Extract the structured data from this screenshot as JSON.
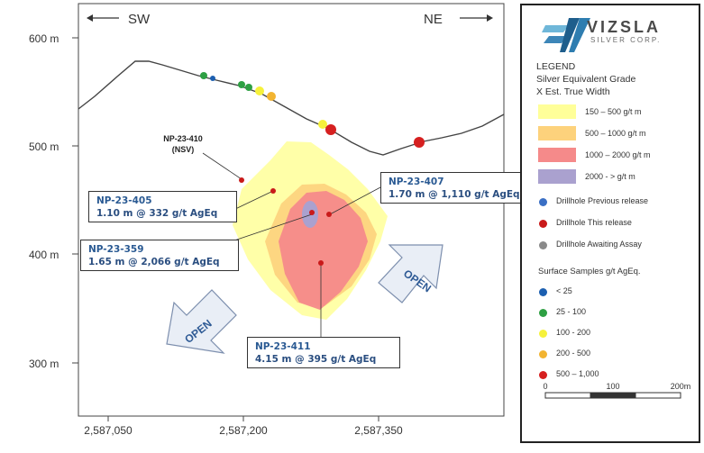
{
  "map": {
    "direction_left": "SW",
    "direction_right": "NE",
    "elevation_labels": [
      "600 m",
      "500 m",
      "400 m",
      "300 m"
    ],
    "easting_labels": [
      "2,587,050",
      "2,587,200",
      "2,587,350"
    ],
    "open_label": "OPEN",
    "nsv_hole": "NP-23-410",
    "nsv_note": "(NSV)"
  },
  "callouts": [
    {
      "hole": "NP-23-405",
      "assay": "1.10 m @ 332 g/t AgEq"
    },
    {
      "hole": "NP-23-359",
      "assay": "1.65 m @ 2,066 g/t AgEq"
    },
    {
      "hole": "NP-23-407",
      "assay": "1.70 m @ 1,110 g/t AgEq"
    },
    {
      "hole": "NP-23-411",
      "assay": "4.15 m @ 395 g/t AgEq"
    }
  ],
  "legend": {
    "brand_name": "VIZSLA",
    "brand_sub": "SILVER CORP.",
    "title": "LEGEND",
    "subtitle1": "Silver Equivalent Grade",
    "subtitle2": "X Est. True Width",
    "grade_items": [
      {
        "label": "150 – 500 g/t m",
        "color": "#ffff99"
      },
      {
        "label": "500 – 1000 g/t m",
        "color": "#fdd27c"
      },
      {
        "label": "1000 – 2000 g/t m",
        "color": "#f58a8a"
      },
      {
        "label": "2000 - > g/t m",
        "color": "#aaa1cf"
      }
    ],
    "drillhole_items": [
      {
        "label": "Drillhole Previous release",
        "color": "#3a6fc4"
      },
      {
        "label": "Drillhole This release",
        "color": "#c91a1a"
      },
      {
        "label": "Drillhole Awaiting Assay",
        "color": "#8a8a8a"
      }
    ],
    "surface_title": "Surface Samples g/t AgEq.",
    "surface_items": [
      {
        "label": "< 25",
        "color": "#1c5fb0"
      },
      {
        "label": "25 - 100",
        "color": "#2ea043"
      },
      {
        "label": "100 - 200",
        "color": "#f6f13b"
      },
      {
        "label": "200 - 500",
        "color": "#f2b431"
      },
      {
        "label": "500 – 1,000",
        "color": "#d62020"
      }
    ],
    "scale_labels": [
      "0",
      "100",
      "200m"
    ]
  }
}
